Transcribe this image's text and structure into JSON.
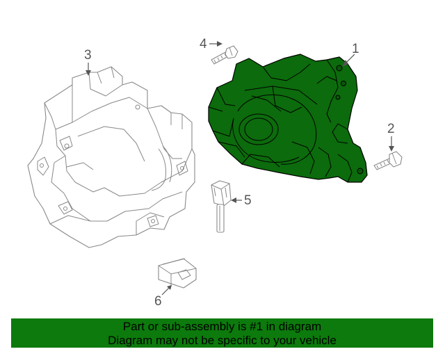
{
  "callouts": {
    "c1": "1",
    "c2": "2",
    "c3": "3",
    "c4": "4",
    "c5": "5",
    "c6": "6"
  },
  "parts": {
    "highlighted_part": "fog-lamp-assembly",
    "bracket": "mounting-bracket",
    "bolt_left": "screw",
    "bolt_right": "screw",
    "bulb": "bulb",
    "socket": "connector-socket"
  },
  "colors": {
    "highlight": "#0c6b0c",
    "banner": "#0c7a0c",
    "outline": "#888888"
  },
  "banner": {
    "line1": "Part or sub-assembly is #1 in diagram",
    "line2": "Diagram may not be specific to your vehicle"
  }
}
